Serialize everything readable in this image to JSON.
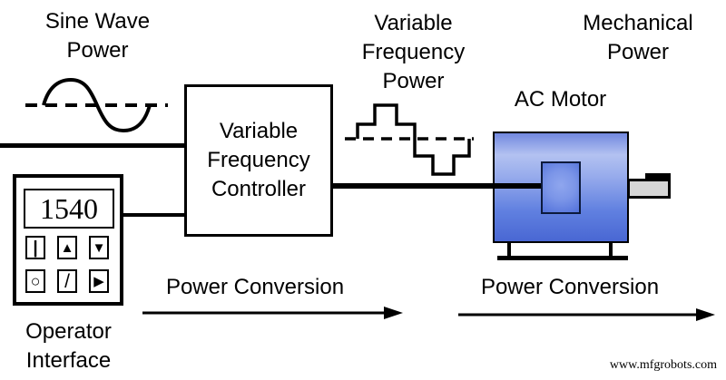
{
  "diagram": {
    "sine_power_label": {
      "line1": "Sine Wave",
      "line2": "Power"
    },
    "variable_frequency_power_label": {
      "line1": "Variable",
      "line2": "Frequency",
      "line3": "Power"
    },
    "mechanical_power_label": {
      "line1": "Mechanical",
      "line2": "Power"
    },
    "controller_box": {
      "line1": "Variable",
      "line2": "Frequency",
      "line3": "Controller"
    },
    "ac_motor_label": "AC Motor",
    "operator_interface": {
      "display_value": "1540",
      "label_line1": "Operator",
      "label_line2": "Interface",
      "buttons": [
        {
          "name": "start-button",
          "glyph": "|"
        },
        {
          "name": "up-arrow-button",
          "glyph": "▲"
        },
        {
          "name": "down-arrow-button",
          "glyph": "▼"
        },
        {
          "name": "stop-button",
          "glyph": "○"
        },
        {
          "name": "jog-button",
          "glyph": "/"
        },
        {
          "name": "run-button",
          "glyph": "▶"
        }
      ]
    },
    "power_conversion_left": "Power Conversion",
    "power_conversion_right": "Power Conversion",
    "watermark": "www.mfgrobots.com",
    "colors": {
      "motor_blue_light": "#b3c2f1",
      "motor_blue_dark": "#4967d3",
      "inner_block_border": "#0c1a3c",
      "shaft_gray": "#d6d6d6",
      "line_black": "#000000",
      "background": "#ffffff"
    }
  }
}
